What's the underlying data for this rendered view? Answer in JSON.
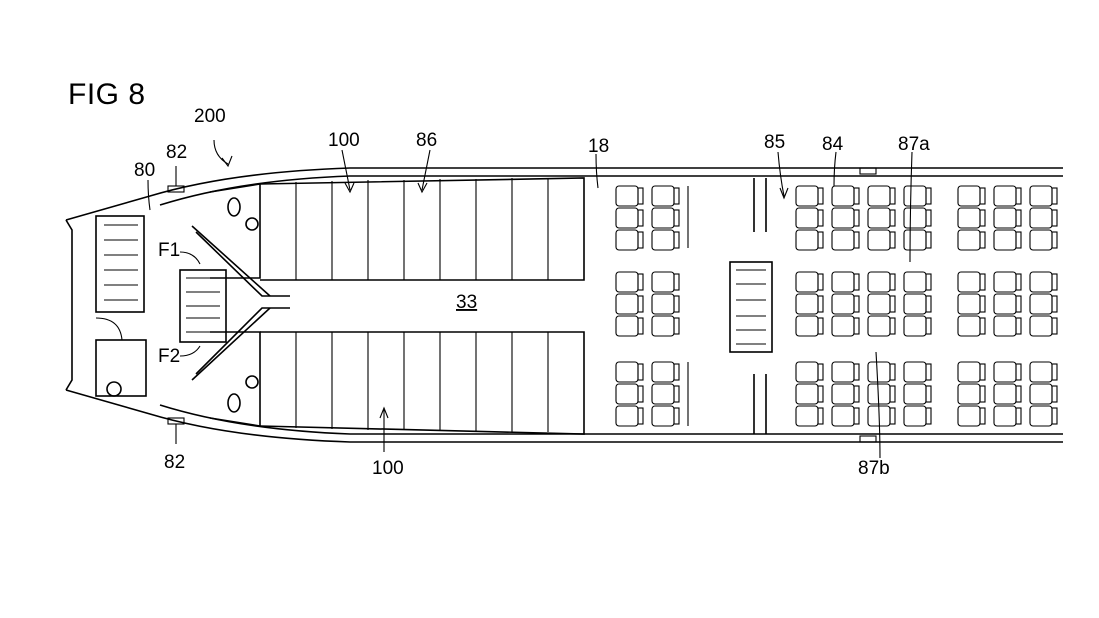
{
  "figure": {
    "title": "FIG 8",
    "labels": {
      "l200": "200",
      "l82_top": "82",
      "l80": "80",
      "l100_top": "100",
      "l86": "86",
      "l18": "18",
      "l85": "85",
      "l84": "84",
      "l87a": "87a",
      "lF1": "F1",
      "lF2": "F2",
      "l33": "33",
      "l82_bottom": "82",
      "l100_bottom": "100",
      "l87b": "87b"
    }
  }
}
